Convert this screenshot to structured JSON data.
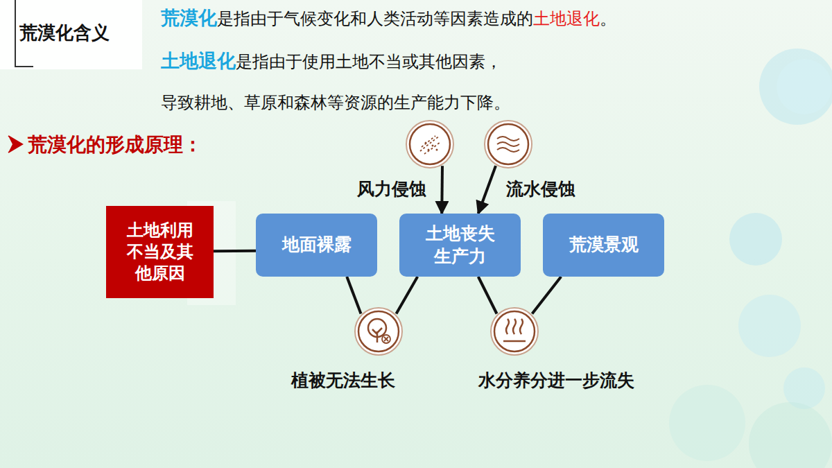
{
  "diagram": {
    "title": "荒漠化的形成原理：",
    "nodes": [
      {
        "text": [
          "荒漠化含义"
        ]
      },
      {
        "text": [
          "风力侵蚀"
        ]
      },
      {
        "text": [
          "流水侵蚀"
        ]
      },
      {
        "text": [
          "土地利用不当及其他原因"
        ]
      },
      {
        "text": [
          "地面裸露"
        ]
      },
      {
        "text": [
          "土地丧失生产力"
        ]
      },
      {
        "text": [
          "荒漠景观"
        ]
      },
      {
        "text": [
          "植被无法生长"
        ]
      },
      {
        "text": [
          "水分养分进一步流失"
        ]
      }
    ],
    "edges": [
      {
        "from": 1,
        "to": 5,
        "arrow": "to"
      },
      {
        "from": 2,
        "to": 5,
        "arrow": "to"
      },
      {
        "from": 3,
        "to": 4,
        "arrow": "none"
      },
      {
        "from": 4,
        "to": 7,
        "arrow": "none"
      },
      {
        "from": 7,
        "to": 5,
        "arrow": "none"
      },
      {
        "from": 5,
        "to": 8,
        "arrow": "none"
      },
      {
        "from": 8,
        "to": 6,
        "arrow": "none"
      }
    ],
    "labels": [
      "荒漠化",
      "是指由于气候变化和人类活动等因素造成的",
      "土地退化",
      "。",
      "土地退化",
      "是指由于使用土地不当或其他因素，",
      "导致耕地、草原和森林等资源的生产能力下降。"
    ]
  }
}
